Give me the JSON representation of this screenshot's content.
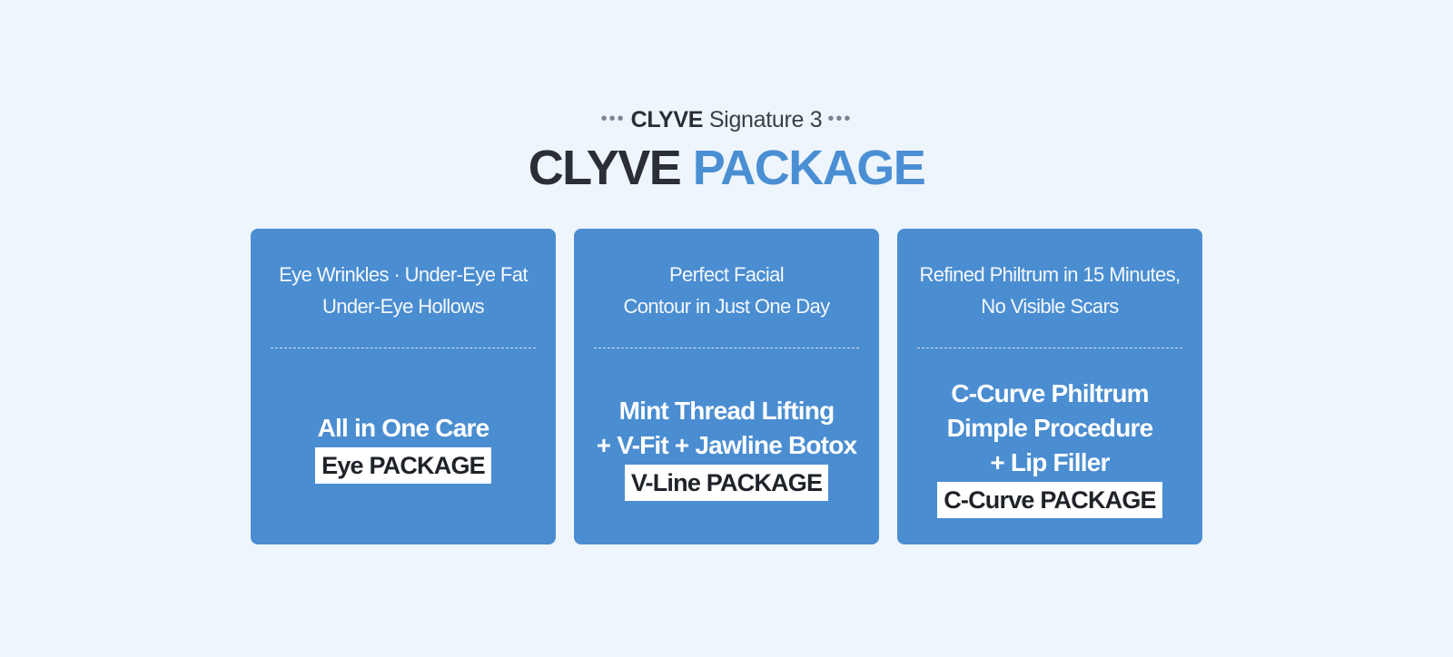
{
  "header": {
    "dots_left": "•••",
    "brand": "CLYVE",
    "subtitle": "Signature 3",
    "dots_right": "•••",
    "title_part1": "CLYVE",
    "title_part2": "PACKAGE"
  },
  "colors": {
    "background": "#eef5fd",
    "card": "#4a8dd1",
    "accent": "#4a8fd3",
    "dark_text": "#2a2e35"
  },
  "cards": [
    {
      "desc_lines": [
        "Eye Wrinkles · Under-Eye Fat",
        "Under-Eye Hollows"
      ],
      "procedure_lines": [
        "All in One Care"
      ],
      "package": "Eye PACKAGE"
    },
    {
      "desc_lines": [
        "Perfect Facial",
        "Contour in Just One Day"
      ],
      "procedure_lines": [
        "Mint Thread Lifting",
        "+ V-Fit + Jawline Botox"
      ],
      "package": "V-Line PACKAGE"
    },
    {
      "desc_lines": [
        "Refined Philtrum in 15 Minutes,",
        "No Visible Scars"
      ],
      "procedure_lines": [
        "C-Curve Philtrum",
        "Dimple Procedure",
        "+ Lip Filler"
      ],
      "package": "C-Curve PACKAGE"
    }
  ]
}
